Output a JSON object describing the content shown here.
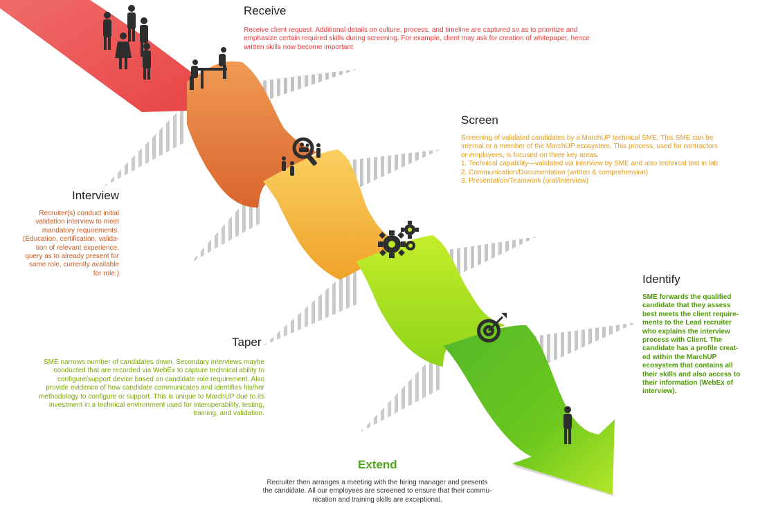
{
  "colors": {
    "receive": "#ee3b3b",
    "screen": "#e39b1b",
    "interview": "#cc5a1f",
    "identify": "#4e9a06",
    "taper": "#7aa800",
    "extend_title": "#4fa51e",
    "extend": "#333333"
  },
  "icons": {
    "receive": "people-meeting-icon",
    "screen": "search-people-icon",
    "interview": "gears-icon",
    "identify": "target-icon",
    "extend": "person-icon"
  },
  "steps": {
    "receive": {
      "title": "Receive",
      "lines": [
        "Receive client request.  Additional details on culture, process, and timeline are captured so as to prioritize and",
        "emphasize certain required skills during screening.  For example, client may ask for creation of whitepaper, hence",
        "written skills now become important"
      ]
    },
    "screen": {
      "title": "Screen",
      "lines": [
        "Screening of validated candidates by a MarchUP technical SME.  This SME can be",
        "internal or a member of the MarchUP ecosystem.  This process, used for contractors",
        "or employees, is focused on three key areas.",
        "1. Technical capability—validated via interview by SME and also technical test in lab",
        "2. Communication/Documentation (written & comprehension)",
        "3. Presentation/Teamwork (oral/interview)"
      ]
    },
    "interview": {
      "title": "Interview",
      "lines": [
        "Recruiter(s) conduct initial",
        "validation interview to meet",
        "mandatory requirements.",
        "(Education, certification, valida-",
        "tion of relevant experience,",
        "query as to already present for",
        "same role, currently available",
        "for role.)"
      ]
    },
    "identify": {
      "title": "Identify",
      "lines": [
        "SME forwards the qualified",
        "candidate that they assess",
        "best meets the client require-",
        "ments to the Lead recruiter",
        "who explains the interview",
        "process with Client.  The",
        "candidate has a profile creat-",
        "ed within the MarchUP",
        "ecosystem that contains all",
        "their skills and also access to",
        "their information (WebEx of",
        "interview)."
      ]
    },
    "taper": {
      "title": "Taper",
      "lines": [
        "SME narrows number of candidates down. Secondary interviews maybe",
        "conducted that are recorded via WebEx to capture technical ability to",
        "configure/support device based on candidate role requirement.  Also",
        "provide evidence of how candidate communicates and identifies his/her",
        "methodology to configure or support.  This is unique to MarchUP due to its",
        "investment in a technical environment used for interoperability, testing,",
        "training, and validation."
      ]
    },
    "extend": {
      "title": "Extend",
      "lines": [
        "Recruiter then arranges a meeting with the hiring manager and presents",
        "the candidate. All our employees are screened to ensure that their commu-",
        "nication and training skills are exceptional."
      ]
    }
  }
}
